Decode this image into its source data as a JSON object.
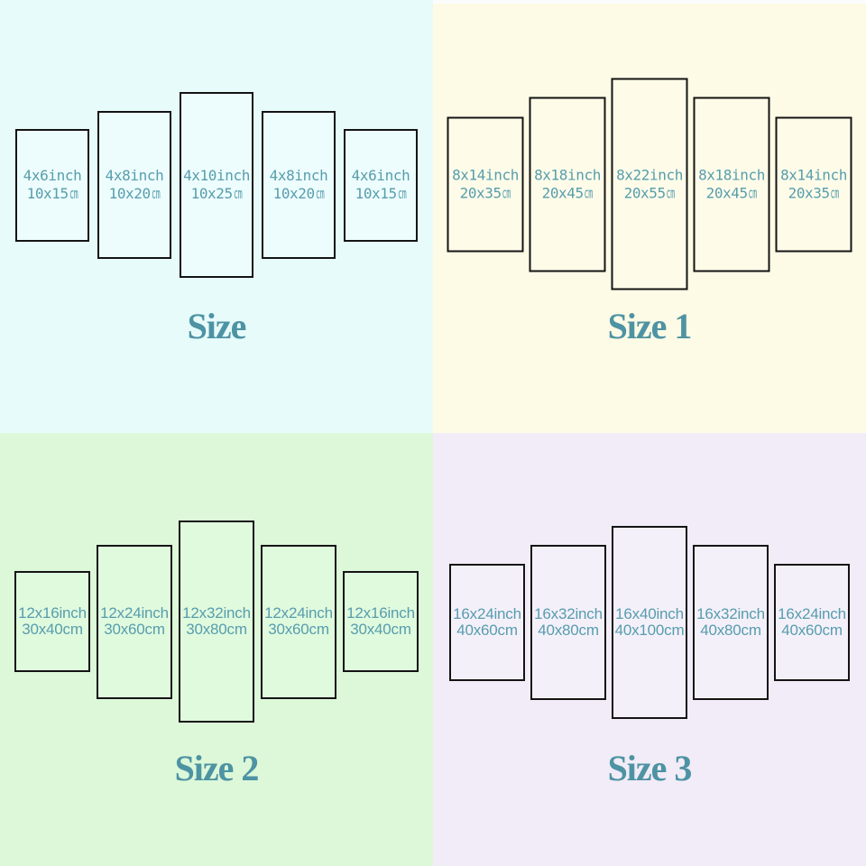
{
  "colors": {
    "label_text": "#579dad",
    "title_text": "#4e93a3",
    "panel_border": "#141414"
  },
  "quadrants": [
    {
      "id": "size",
      "title": "Size",
      "background": "#e7fbfa",
      "panel_fill": "#edfdfd",
      "panels": [
        {
          "inch": "4x6inch",
          "cm": "10x15",
          "unit": "cm"
        },
        {
          "inch": "4x8inch",
          "cm": "10x20",
          "unit": "cm"
        },
        {
          "inch": "4x10inch",
          "cm": "10x25",
          "unit": "cm"
        },
        {
          "inch": "4x8inch",
          "cm": "10x20",
          "unit": "cm"
        },
        {
          "inch": "4x6inch",
          "cm": "10x15",
          "unit": "cm"
        }
      ]
    },
    {
      "id": "size-1",
      "title": "Size 1",
      "background": "#fdfae5",
      "panel_fill": "#fefce9",
      "panels": [
        {
          "inch": "8x14inch",
          "cm": "20x35",
          "unit": "cm"
        },
        {
          "inch": "8x18inch",
          "cm": "20x45",
          "unit": "cm"
        },
        {
          "inch": "8x22inch",
          "cm": "20x55",
          "unit": "cm"
        },
        {
          "inch": "8x18inch",
          "cm": "20x45",
          "unit": "cm"
        },
        {
          "inch": "8x14inch",
          "cm": "20x35",
          "unit": "cm"
        }
      ]
    },
    {
      "id": "size-2",
      "title": "Size 2",
      "background": "#dcf8d9",
      "panel_fill": "#e0fade",
      "panels": [
        {
          "inch": "12x16inch",
          "cm": "30x40",
          "unit": "cm"
        },
        {
          "inch": "12x24inch",
          "cm": "30x60",
          "unit": "cm"
        },
        {
          "inch": "12x32inch",
          "cm": "30x80",
          "unit": "cm"
        },
        {
          "inch": "12x24inch",
          "cm": "30x60",
          "unit": "cm"
        },
        {
          "inch": "12x16inch",
          "cm": "30x40",
          "unit": "cm"
        }
      ]
    },
    {
      "id": "size-3",
      "title": "Size 3",
      "background": "#f1ecf7",
      "panel_fill": "#f4f0fa",
      "panels": [
        {
          "inch": "16x24inch",
          "cm": "40x60",
          "unit": "cm"
        },
        {
          "inch": "16x32inch",
          "cm": "40x80",
          "unit": "cm"
        },
        {
          "inch": "16x40inch",
          "cm": "40x100",
          "unit": "cm"
        },
        {
          "inch": "16x32inch",
          "cm": "40x80",
          "unit": "cm"
        },
        {
          "inch": "16x24inch",
          "cm": "40x60",
          "unit": "cm"
        }
      ]
    }
  ]
}
